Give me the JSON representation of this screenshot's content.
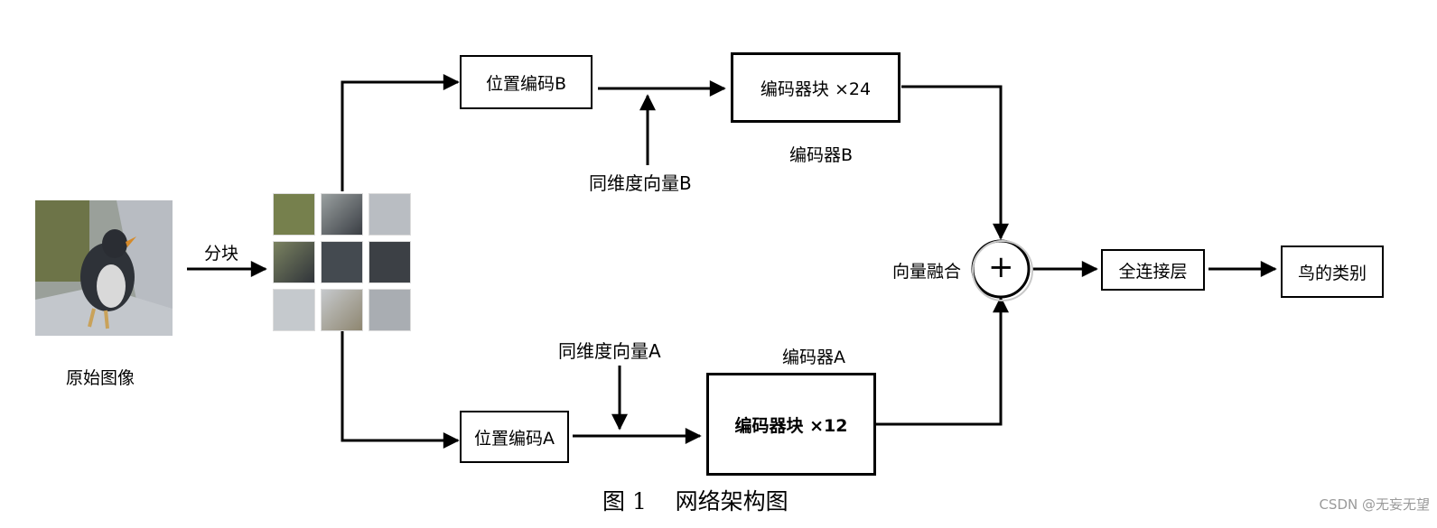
{
  "labels": {
    "original_image": "原始图像",
    "split": "分块",
    "pos_enc_b": "位置编码B",
    "pos_enc_a": "位置编码A",
    "vec_b": "同维度向量B",
    "vec_a": "同维度向量A",
    "enc_block_b": "编码器块 ×24",
    "enc_block_a": "编码器块 ×12",
    "encoder_b": "编码器B",
    "encoder_a": "编码器A",
    "fusion": "向量融合",
    "plus": "+",
    "fc_layer": "全连接层",
    "bird_class": "鸟的类别"
  },
  "caption": "图 1    网络架构图",
  "watermark": "CSDN @无妄无望"
}
